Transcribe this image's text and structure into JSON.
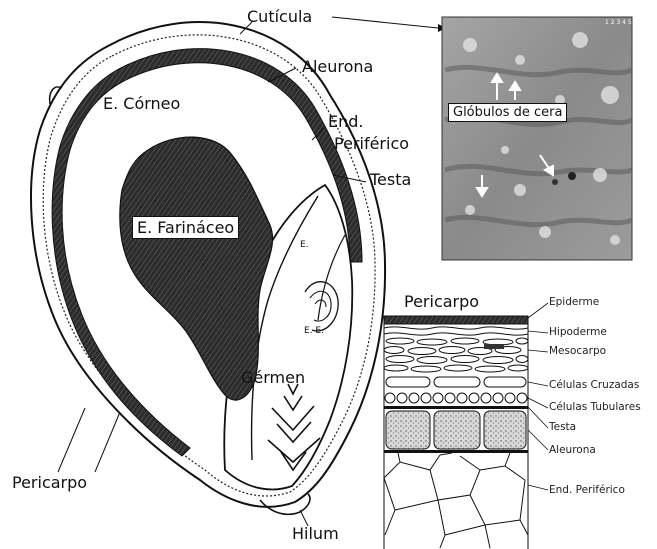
{
  "grain_labels": {
    "cuticula": "Cutícula",
    "aleurona": "Aleurona",
    "e_corneo": "E. Córneo",
    "end_periferico_1": "End.",
    "end_periferico_2": "Periférico",
    "testa": "Testa",
    "e_farinaceo": "E. Farináceo",
    "e_small": "E.",
    "ee_small": "E. E.",
    "germen": "Gérmen",
    "pericarpo": "Pericarpo",
    "hilum": "Hilum"
  },
  "micrograph": {
    "label": "Glóbulos de cera",
    "corner_text": "1 2 3 4 5"
  },
  "layers": {
    "title": "Pericarpo",
    "items": [
      "Epiderme",
      "Hipoderme",
      "Mesocarpo",
      "Células Cruzadas",
      "Células Tubulares",
      "Testa",
      "Aleurona",
      "End. Periférico"
    ]
  },
  "colors": {
    "ink": "#111111",
    "dark_fill": "#2f2f2f",
    "photo_base": "#8c8c8c"
  }
}
